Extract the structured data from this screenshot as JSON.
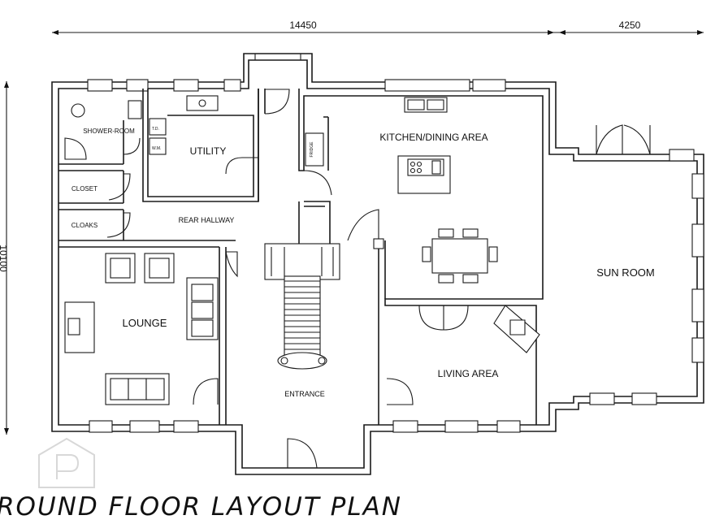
{
  "dimensions": {
    "width_main": "14450",
    "width_sunroom": "4250",
    "height": "10100"
  },
  "rooms": {
    "shower_room": "SHOWER-ROOM",
    "utility": "UTILITY",
    "closet": "CLOSET",
    "cloaks": "CLOAKS",
    "rear_hallway": "REAR HALLWAY",
    "kitchen_dining": "KITCHEN/DINING AREA",
    "lounge": "LOUNGE",
    "entrance": "ENTRANCE",
    "living_area": "LIVING AREA",
    "sun_room": "SUN ROOM"
  },
  "fixtures": {
    "t_d": "T.D.",
    "w_m": "W.M.",
    "fridge": "FRIDGE"
  },
  "title": "ROUND  FLOOR  LAYOUT  PLAN"
}
